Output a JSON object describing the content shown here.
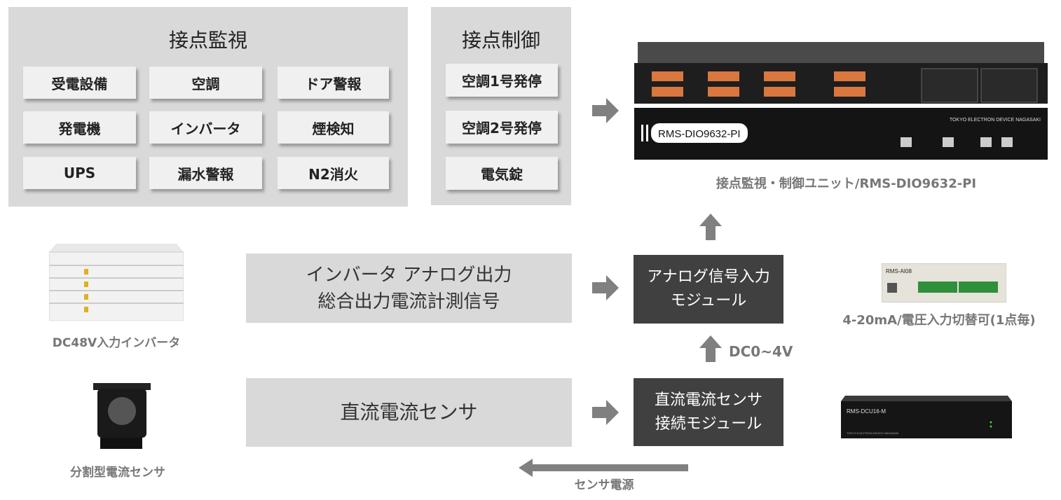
{
  "monitoring": {
    "title": "接点監視",
    "items": [
      "受電設備",
      "空調",
      "ドア警報",
      "発電機",
      "インバータ",
      "煙検知",
      "UPS",
      "漏水警報",
      "N2消火"
    ]
  },
  "control": {
    "title": "接点制御",
    "items": [
      "空調1号発停",
      "空調2号発停",
      "電気錠"
    ]
  },
  "main_unit": {
    "caption": "接点監視・制御ユニット/RMS-DIO9632-PI",
    "label": "RMS-DIO9632-PI",
    "brand": "TOKYO ELECTRON DEVICE NAGASAKI"
  },
  "inverter": {
    "caption": "DC48V入力インバータ",
    "signal_line1": "インバータ アナログ出力",
    "signal_line2": "総合出力電流計測信号"
  },
  "analog_module": {
    "line1": "アナログ信号入力",
    "line2": "モジュール",
    "caption": "4-20mA/電圧入力切替可(1点毎)",
    "device_label": "RMS-AI08"
  },
  "dc_link": "DC0~4V",
  "sensor": {
    "caption": "分割型電流センサ",
    "box_label": "直流電流センサ"
  },
  "sensor_module": {
    "line1": "直流電流センサ",
    "line2": "接続モジュール",
    "device_label": "RMS-DCU16-M",
    "brand": "TOKYO ELECTRON DEVICE NAGASAKI"
  },
  "sensor_power": "センサ電源",
  "colors": {
    "panel": "#d9d9d9",
    "item": "#f0f0f0",
    "dark_box": "#404040",
    "arrow": "#808080",
    "caption": "#777777"
  }
}
